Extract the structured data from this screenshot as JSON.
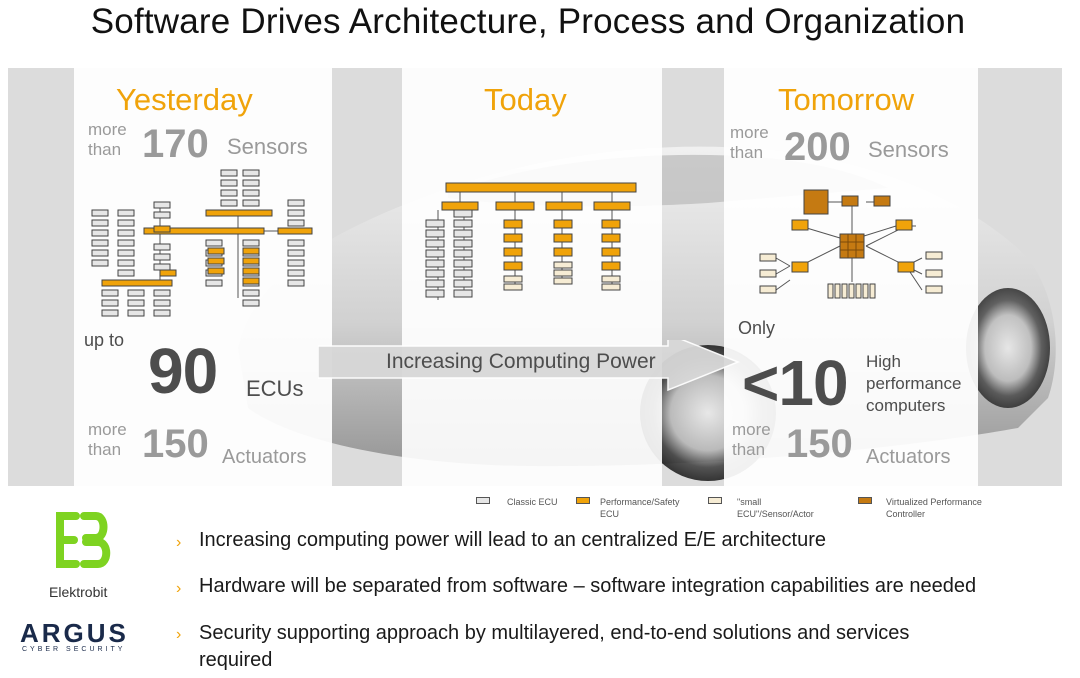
{
  "title": "Software Drives Architecture, Process and Organization",
  "columns": {
    "yesterday": {
      "label": "Yesterday",
      "sensors_prefix_1": "more",
      "sensors_prefix_2": "than",
      "sensors_value": "170",
      "sensors_unit": "Sensors",
      "ecu_prefix": "up to",
      "ecu_value": "90",
      "ecu_unit": "ECUs",
      "actuators_prefix_1": "more",
      "actuators_prefix_2": "than",
      "actuators_value": "150",
      "actuators_unit": "Actuators"
    },
    "today": {
      "label": "Today"
    },
    "tomorrow": {
      "label": "Tomorrow",
      "sensors_prefix_1": "more",
      "sensors_prefix_2": "than",
      "sensors_value": "200",
      "sensors_unit": "Sensors",
      "hpc_prefix": "Only",
      "hpc_value": "<10",
      "hpc_unit_1": "High",
      "hpc_unit_2": "performance",
      "hpc_unit_3": "computers",
      "actuators_prefix_1": "more",
      "actuators_prefix_2": "than",
      "actuators_value": "150",
      "actuators_unit": "Actuators"
    }
  },
  "arrow_label": "Increasing Computing Power",
  "legend": [
    {
      "line1": "Classic ECU",
      "line2": "",
      "color": "#e6e6e6"
    },
    {
      "line1": "Performance/Safety",
      "line2": "ECU",
      "color": "#f0a30a"
    },
    {
      "line1": "\"small",
      "line2": "ECU\"/Sensor/Actor",
      "color": "#f6ecd4"
    },
    {
      "line1": "Virtualized Performance",
      "line2": "Controller",
      "color": "#c57a12"
    }
  ],
  "colors": {
    "accent": "#f0a30a",
    "dark_orange": "#c57a12",
    "grey_text": "#9a9a9a",
    "eb_green": "#7ed321"
  },
  "logos": {
    "elektrobit": "Elektrobit",
    "argus": "ARGUS",
    "argus_sub": "CYBER SECURITY"
  },
  "bullets": [
    "Increasing computing power will lead to an centralized E/E architecture",
    "Hardware will be separated from software – software integration capabilities are needed",
    "Security supporting approach by multilayered, end-to-end solutions and services",
    "required"
  ]
}
